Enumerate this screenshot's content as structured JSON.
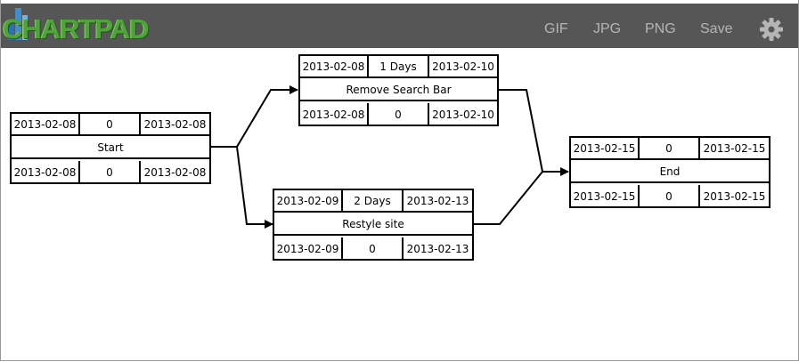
{
  "app": {
    "logo_text": "CHARTPAD",
    "menu": [
      "GIF",
      "JPG",
      "PNG",
      "Save"
    ],
    "settings_icon": "gear-icon"
  },
  "nodes": {
    "start": {
      "es": "2013-02-08",
      "dur": "0",
      "ef": "2013-02-08",
      "name": "Start",
      "ls": "2013-02-08",
      "slack": "0",
      "lf": "2013-02-08"
    },
    "remove": {
      "es": "2013-02-08",
      "dur": "1 Days",
      "ef": "2013-02-10",
      "name": "Remove Search Bar",
      "ls": "2013-02-08",
      "slack": "0",
      "lf": "2013-02-10"
    },
    "restyle": {
      "es": "2013-02-09",
      "dur": "2 Days",
      "ef": "2013-02-13",
      "name": "Restyle site",
      "ls": "2013-02-09",
      "slack": "0",
      "lf": "2013-02-13"
    },
    "end": {
      "es": "2013-02-15",
      "dur": "0",
      "ef": "2013-02-15",
      "name": "End",
      "ls": "2013-02-15",
      "slack": "0",
      "lf": "2013-02-15"
    }
  },
  "colors": {
    "toolbar": "#565656",
    "menu_text": "#b5b5b5",
    "logo": "#4fa33a",
    "line": "#000000"
  }
}
